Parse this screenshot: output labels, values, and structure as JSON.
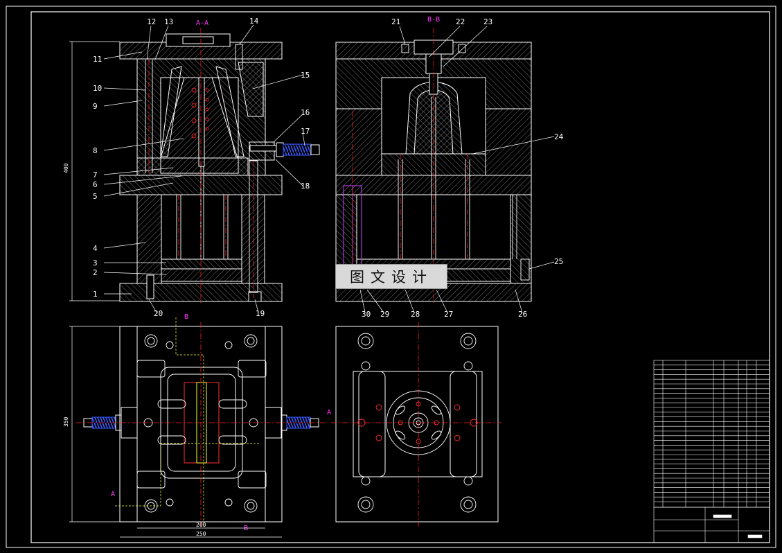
{
  "sections": {
    "aa": "A-A",
    "bb": "B-B"
  },
  "labels_aa_left": [
    "11",
    "10",
    "9",
    "8",
    "7",
    "6",
    "5",
    "4",
    "3",
    "2",
    "1"
  ],
  "labels_aa_top": [
    "12",
    "13",
    "14"
  ],
  "labels_aa_right": [
    "15",
    "16",
    "17",
    "18"
  ],
  "labels_aa_bottom": [
    "20",
    "19"
  ],
  "labels_bb_top": [
    "21",
    "22",
    "23"
  ],
  "labels_bb_right": [
    "24",
    "25"
  ],
  "labels_bb_bottom": [
    "30",
    "29",
    "28",
    "27",
    "26"
  ],
  "dimensions": {
    "height_aa": "400",
    "height_plan": "350",
    "inner_width": "200",
    "outer_width": "250"
  },
  "cut_markers": {
    "b": "B",
    "a": "A"
  },
  "watermark": "图文设计",
  "colors": {
    "outline": "#ffffff",
    "centerline": "#ff2020",
    "hatch": "#9a9a9a",
    "spring": "#3a5cff",
    "section_text": "#ff3cff",
    "cut_line": "#ffff40"
  }
}
